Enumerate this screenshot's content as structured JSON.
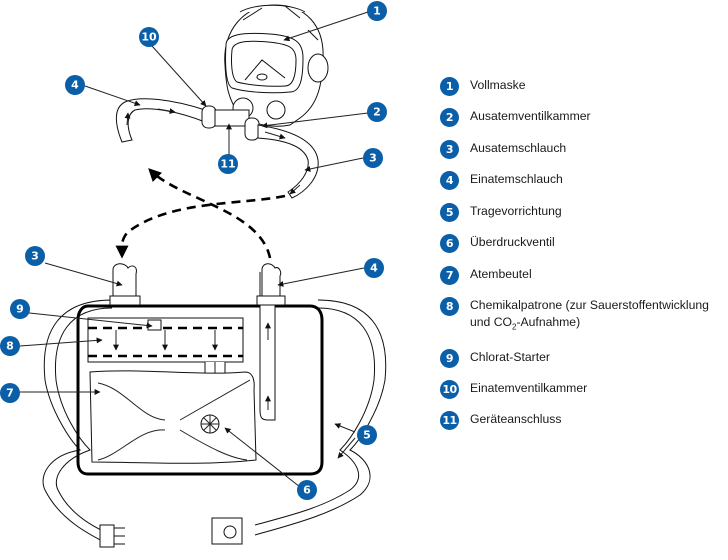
{
  "diagram": {
    "title": "Sauerstoff-Selbstretter Aufbau",
    "accent_color": "#0a5fa8",
    "callouts": [
      {
        "num": "1"
      },
      {
        "num": "2"
      },
      {
        "num": "3"
      },
      {
        "num": "4"
      },
      {
        "num": "5"
      },
      {
        "num": "6"
      },
      {
        "num": "7"
      },
      {
        "num": "8"
      },
      {
        "num": "9"
      },
      {
        "num": "10"
      },
      {
        "num": "11"
      },
      {
        "num": "3"
      },
      {
        "num": "4"
      }
    ]
  },
  "legend": {
    "items": [
      {
        "num": "1",
        "label": "Vollmaske"
      },
      {
        "num": "2",
        "label": "Ausatemventilkammer"
      },
      {
        "num": "3",
        "label": "Ausatemschlauch"
      },
      {
        "num": "4",
        "label": "Einatemschlauch"
      },
      {
        "num": "5",
        "label": "Tragevorrichtung"
      },
      {
        "num": "6",
        "label": "Überdruckventil"
      },
      {
        "num": "7",
        "label": "Atembeutel"
      },
      {
        "num": "8",
        "label": "Chemikalpatrone (zur Sauerstoffentwicklung",
        "label_line2_pre": "und CO",
        "label_line2_sub": "2",
        "label_line2_post": "-Aufnahme)"
      },
      {
        "num": "9",
        "label": "Chlorat-Starter"
      },
      {
        "num": "10",
        "label": "Einatemventilkammer"
      },
      {
        "num": "11",
        "label": "Geräteanschluss"
      }
    ]
  }
}
